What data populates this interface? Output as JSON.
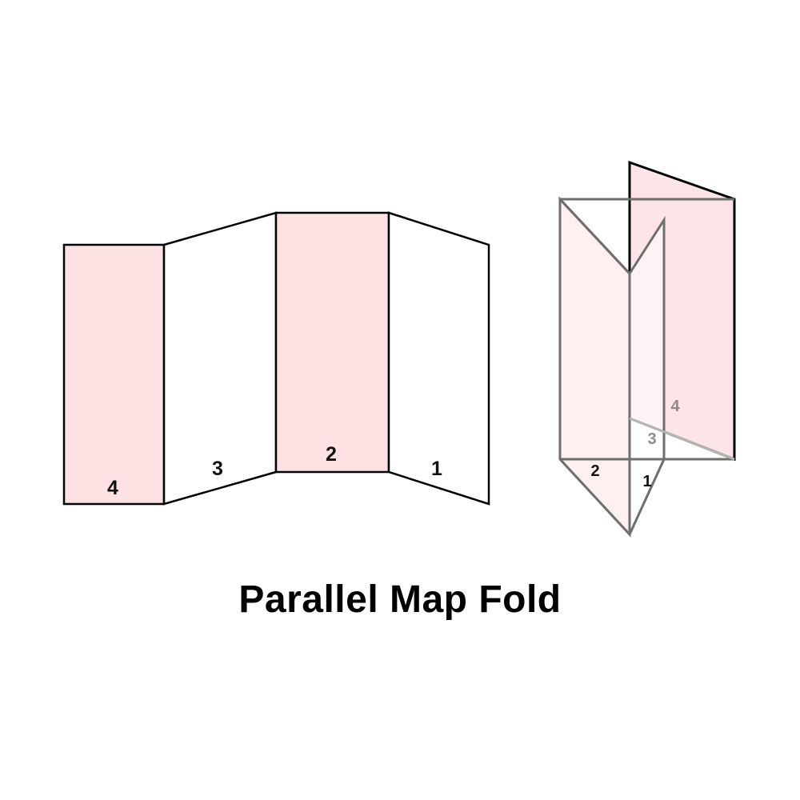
{
  "title": "Parallel Map Fold",
  "unfolded": {
    "panels": [
      {
        "label": "4",
        "shaded": true
      },
      {
        "label": "3",
        "shaded": false
      },
      {
        "label": "2",
        "shaded": true
      },
      {
        "label": "1",
        "shaded": false
      }
    ]
  },
  "folded": {
    "labels": {
      "p1": "1",
      "p2": "2",
      "p3": "3",
      "p4": "4"
    }
  },
  "colors": {
    "shade": "#fde1e3",
    "stroke": "#000000",
    "folded_stroke": "#6e6e6e",
    "faded_text": "#8c8c8c"
  }
}
